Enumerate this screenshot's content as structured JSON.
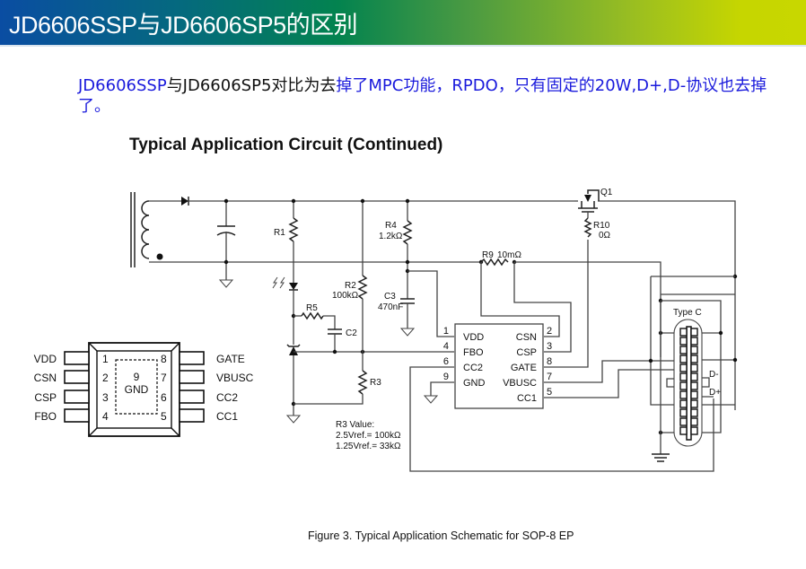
{
  "header": {
    "title": "JD6606SSP与JD6606SP5的区别"
  },
  "note": {
    "part1": "JD6606SSP",
    "part2": "与JD6606SP5对比为去",
    "part3": "掉了MPC功能，RPDO，只有固定的20W,D+,D-协议也去掉了。"
  },
  "colors": {
    "header_start": "#0a4da2",
    "header_mid": "#03834f",
    "header_end": "#c8d700",
    "note_blue": "#1a1adc"
  },
  "circuit": {
    "title": "Typical Application Circuit (Continued)",
    "caption": "Figure 3. Typical Application Schematic for SOP-8 EP",
    "components": {
      "q1": "Q1",
      "r1": "R1",
      "r2": "R2",
      "r2_value": "100kΩ",
      "r3": "R3",
      "r4": "R4",
      "r4_value": "1.2kΩ",
      "r5": "R5",
      "r9": "R9",
      "r9_value": "10mΩ",
      "r10": "R10",
      "r10_value": "0Ω",
      "c2": "C2",
      "c3": "C3",
      "c3_value": "470nF"
    },
    "r3_note": {
      "title": "R3 Value:",
      "line1": "2.5Vref.= 100kΩ",
      "line2": "1.25Vref.= 33kΩ"
    },
    "ic": {
      "left_pins": [
        {
          "num": "1",
          "name": "VDD"
        },
        {
          "num": "4",
          "name": "FBO"
        },
        {
          "num": "6",
          "name": "CC2"
        },
        {
          "num": "9",
          "name": "GND"
        }
      ],
      "right_pins": [
        {
          "num": "2",
          "name": "CSN"
        },
        {
          "num": "3",
          "name": "CSP"
        },
        {
          "num": "8",
          "name": "GATE"
        },
        {
          "num": "7",
          "name": "VBUSC"
        },
        {
          "num": "5",
          "name": "CC1"
        }
      ]
    },
    "connector": {
      "label": "Type C",
      "d_minus": "D-",
      "d_plus": "D+"
    }
  },
  "package": {
    "left_pins": [
      {
        "num": "1",
        "name": "VDD"
      },
      {
        "num": "2",
        "name": "CSN"
      },
      {
        "num": "3",
        "name": "CSP"
      },
      {
        "num": "4",
        "name": "FBO"
      }
    ],
    "right_pins": [
      {
        "num": "8",
        "name": "GATE"
      },
      {
        "num": "7",
        "name": "VBUSC"
      },
      {
        "num": "6",
        "name": "CC2"
      },
      {
        "num": "5",
        "name": "CC1"
      }
    ],
    "pad_num": "9",
    "pad_name": "GND"
  }
}
